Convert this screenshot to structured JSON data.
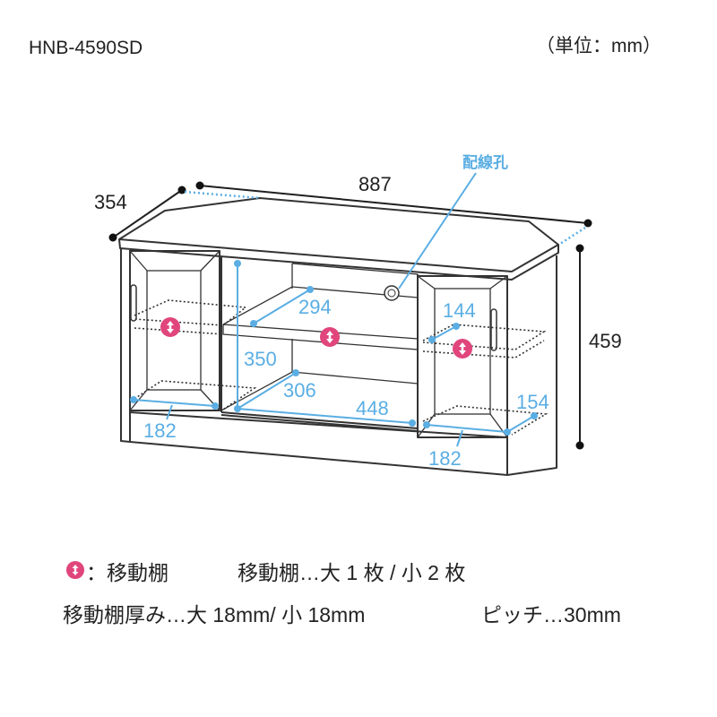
{
  "header": {
    "model": "HNB-4590SD",
    "unit": "（単位：mm）"
  },
  "dimensions": {
    "depth": "354",
    "width": "887",
    "height": "459",
    "cable_hole": "配線孔",
    "shelf_depth_upper": "294",
    "inner_height": "350",
    "shelf_depth_bottom": "306",
    "inner_width": "448",
    "left_door_width": "182",
    "right_door_width": "182",
    "right_shelf_depth": "144",
    "right_bottom_depth": "154"
  },
  "legend": {
    "icon_label": "：移動棚",
    "shelf_count": "移動棚…大 1 枚 / 小 2 枚",
    "shelf_thickness": "移動棚厚み…大 18mm/ 小 18mm",
    "pitch": "ピッチ…30mm"
  },
  "colors": {
    "accent_blue": "#5aaee3",
    "shelf_icon_pink": "#e0457b"
  }
}
